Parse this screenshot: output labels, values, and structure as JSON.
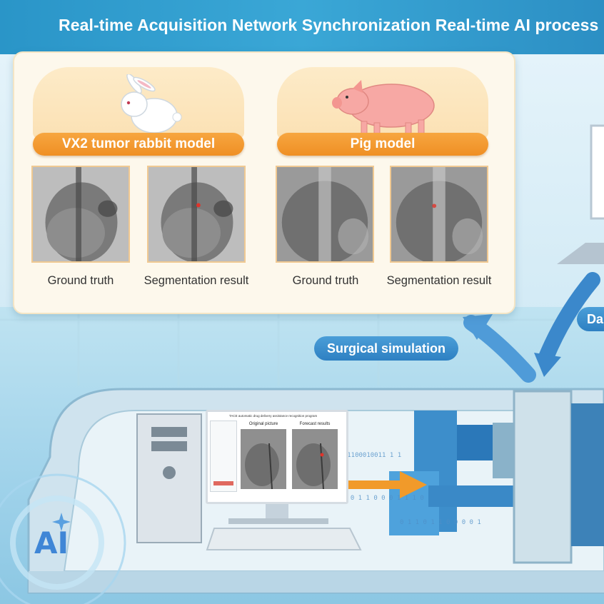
{
  "banner": {
    "title": "Real-time Acquisition Network Synchronization Real-time AI process"
  },
  "models": [
    {
      "name": "VX2 tumor rabbit model",
      "animal_icon": "rabbit-icon",
      "images": [
        {
          "caption": "Ground truth"
        },
        {
          "caption": "Segmentation result"
        }
      ]
    },
    {
      "name": "Pig model",
      "animal_icon": "pig-icon",
      "images": [
        {
          "caption": "Ground truth"
        },
        {
          "caption": "Segmentation result"
        }
      ]
    }
  ],
  "arrows": {
    "surgical_simulation": "Surgical simulation",
    "partial_label": "Da"
  },
  "software": {
    "window_title": "TACE automatic drug delivery assistance recognition program",
    "original_picture": "Original picture",
    "forecast_results": "Forecast results"
  },
  "ai_logo": "AI",
  "colors": {
    "banner": "#2a95c8",
    "pill_orange": "#ef8f24",
    "arrow_blue": "#2e80c2",
    "card_bg": "#fdf8ec"
  }
}
